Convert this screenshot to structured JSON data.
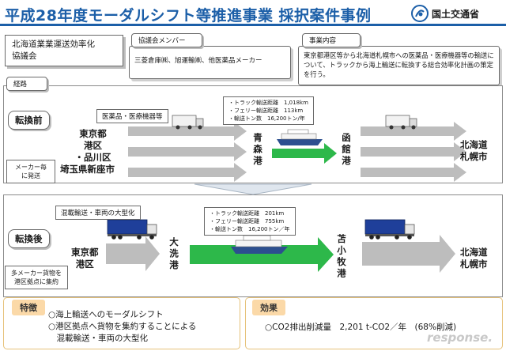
{
  "header": {
    "title": "平成28年度モーダルシフト等推進事業 採択案件事例",
    "ministry": "国土交通省"
  },
  "project": {
    "name_line1": "北海道業業運送効率化",
    "name_line2": "協議会"
  },
  "members": {
    "label": "協議会メンバー",
    "text": "三菱倉庫㈱、旭運輸㈱、他医薬品メーカー"
  },
  "content": {
    "label": "事業内容",
    "text": "東京都港区等から北海道札幌市への医薬品・医療機器等の輸送について、トラックから海上輸送に転換する総合効率化計画の策定を行う。"
  },
  "route_label": "経路",
  "before": {
    "label": "転換前",
    "cargo": "医薬品・医療機器等",
    "stats": [
      "・トラック輸送距離　1,018km",
      "・フェリー輸送距離　113km",
      "・輸送トン数　16,200トン/年"
    ],
    "origin": [
      "東京都",
      "港区",
      "・品川区",
      "埼玉県新座市"
    ],
    "note": [
      "メーカー毎",
      "に発送"
    ],
    "port1": "青森港",
    "port2": "函館港",
    "destination": [
      "北海道",
      "札幌市"
    ]
  },
  "after": {
    "label": "転換後",
    "cargo": "混載輸送・車両の大型化",
    "stats": [
      "・トラック輸送距離　201km",
      "・フェリー輸送距離　755km",
      "・輸送トン数　16,200トン／年"
    ],
    "origin": [
      "東京都",
      "港区"
    ],
    "note": [
      "多メーカー貨物を",
      "港区拠点に集約"
    ],
    "port1": "大洗港",
    "port2": "苫小牧港",
    "destination": [
      "北海道",
      "札幌市"
    ]
  },
  "features": {
    "label": "特徴",
    "lines": [
      "○海上輸送へのモーダルシフト",
      "○港区拠点へ貨物を集約することによる",
      "　混載輸送・車両の大型化"
    ]
  },
  "effect": {
    "label": "効果",
    "line": "○CO2排出削減量　2,201 t-CO2／年　(68%削減)"
  },
  "watermark": "response.",
  "colors": {
    "title_blue": "#1c5fa8",
    "green_arrow": "#2db84a",
    "gray_arrow": "#bdbdbd",
    "truck_blue": "#1f3f9a",
    "bottom_tag": "#fbd9a8"
  }
}
